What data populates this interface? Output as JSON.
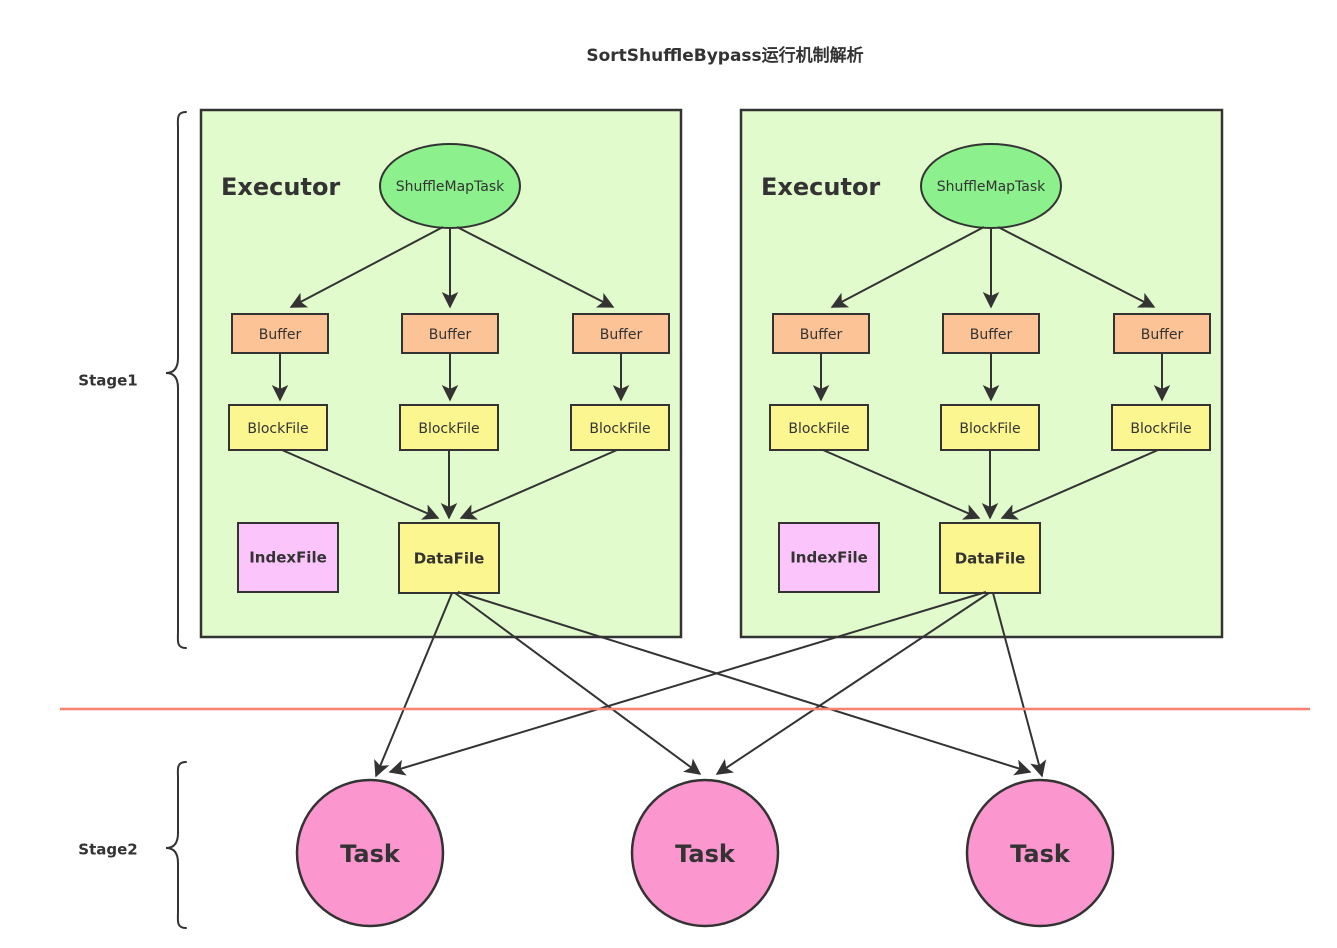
{
  "title": "SortShuffleBypass运行机制解析",
  "colors": {
    "executor_fill": "#E2FBCC",
    "buffer_fill": "#FBC396",
    "blockfile_fill": "#FBF68F",
    "datafile_fill": "#FBF68F",
    "indexfile_fill": "#FBC5FB",
    "shufflemaptask_fill": "#8CF08C",
    "task_fill": "#FB96CE",
    "stroke": "#333333",
    "divider": "#FA8072",
    "background": "#FFFFFF"
  },
  "stages": [
    {
      "label": "Stage1"
    },
    {
      "label": "Stage2"
    }
  ],
  "executors": [
    {
      "label": "Executor",
      "shuffle_map_task": "ShuffleMapTask",
      "buffers": [
        "Buffer",
        "Buffer",
        "Buffer"
      ],
      "block_files": [
        "BlockFile",
        "BlockFile",
        "BlockFile"
      ],
      "index_file": "IndexFile",
      "data_file": "DataFile"
    },
    {
      "label": "Executor",
      "shuffle_map_task": "ShuffleMapTask",
      "buffers": [
        "Buffer",
        "Buffer",
        "Buffer"
      ],
      "block_files": [
        "BlockFile",
        "BlockFile",
        "BlockFile"
      ],
      "index_file": "IndexFile",
      "data_file": "DataFile"
    }
  ],
  "tasks": [
    "Task",
    "Task",
    "Task"
  ]
}
